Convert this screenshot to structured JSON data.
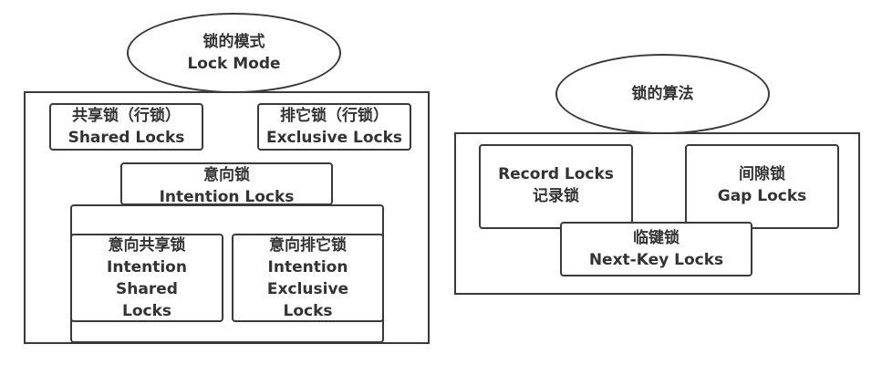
{
  "lock_mode": {
    "title_cn": "锁的模式",
    "title_en": "Lock Mode",
    "shared": {
      "cn": "共享锁（行锁）",
      "en": "Shared Locks"
    },
    "exclusive": {
      "cn": "排它锁（行锁）",
      "en": "Exclusive Locks"
    },
    "intention": {
      "cn": "意向锁",
      "en": "Intention Locks"
    },
    "intention_shared": {
      "cn": "意向共享锁",
      "en_lines": [
        "Intention",
        "Shared",
        "Locks"
      ]
    },
    "intention_exclusive": {
      "cn": "意向排它锁",
      "en_lines": [
        "Intention",
        "Exclusive",
        "Locks"
      ]
    }
  },
  "lock_algorithm": {
    "title_cn": "锁的算法",
    "record": {
      "en": "Record Locks",
      "cn": "记录锁"
    },
    "gap": {
      "cn": "间隙锁",
      "en": "Gap Locks"
    },
    "next_key": {
      "cn": "临键锁",
      "en": "Next-Key Locks"
    }
  }
}
